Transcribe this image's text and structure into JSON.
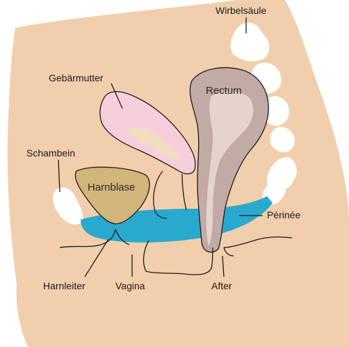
{
  "labels": {
    "wirbelsaeule": "Wirbelsäule",
    "gebaermutter": "Gebärmutter",
    "rectum": "Rectum",
    "schambein": "Schambein",
    "harnblase": "Harnblase",
    "perinee": "Périnée",
    "harnleiter": "Harnleiter",
    "vagina": "Vagina",
    "after": "After"
  },
  "colors": {
    "body": "#f1cfac",
    "bone": "#ffffff",
    "uterus": "#f7cfdc",
    "uterus_inner": "#f1dcbd",
    "rectum": "#c2aaa6",
    "rectum_inner": "#e6d3cd",
    "bladder": "#d2b57b",
    "perineum": "#2aa9cf",
    "line": "#1a1a1a"
  }
}
